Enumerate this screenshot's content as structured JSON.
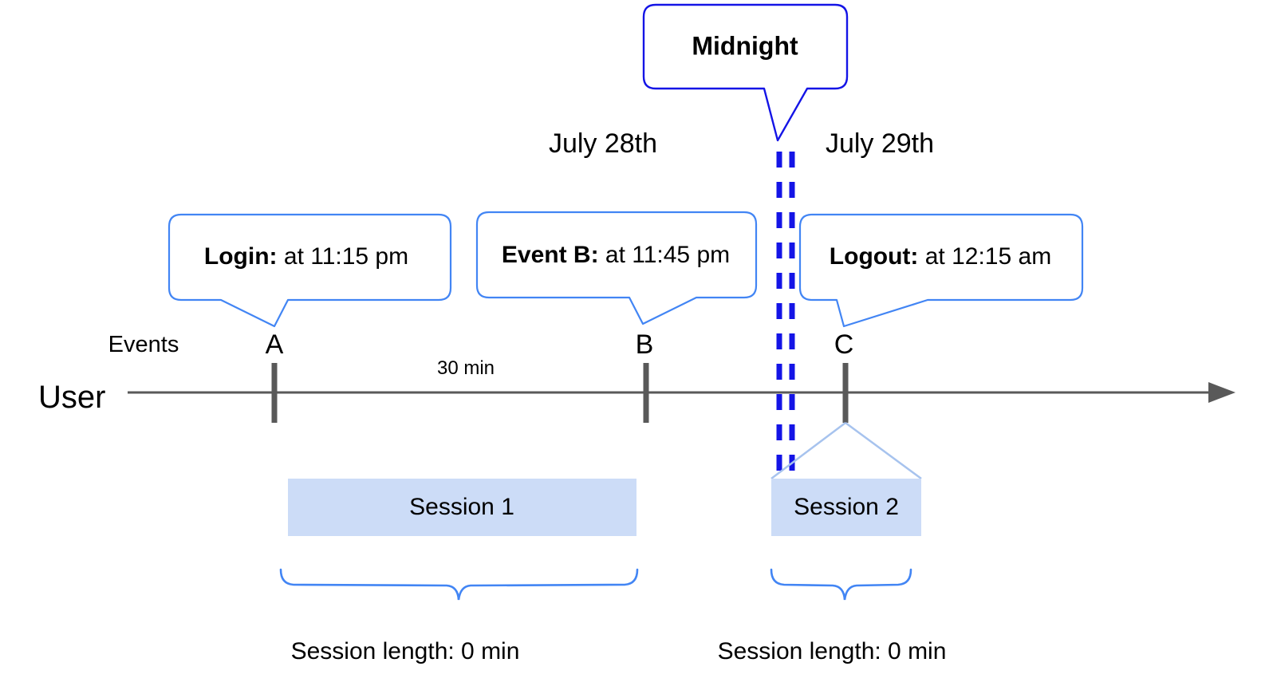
{
  "diagram": {
    "title_callout": {
      "label": "Midnight",
      "border_color": "#1414e6"
    },
    "dates": [
      {
        "label": "July 28th"
      },
      {
        "label": "July 29th"
      }
    ],
    "axis": {
      "row_label": "User",
      "events_label": "Events",
      "line_color": "#595959",
      "arrow": "right-arrow"
    },
    "events": [
      {
        "letter": "A",
        "callout_bold": "Login:",
        "callout_rest": " at 11:15 pm"
      },
      {
        "letter": "B",
        "callout_bold": "Event B:",
        "callout_rest": " at 11:45 pm"
      },
      {
        "letter": "C",
        "callout_bold": "Logout:",
        "callout_rest": " at 12:15 am"
      }
    ],
    "gap_label": "30 min",
    "sessions": [
      {
        "label": "Session 1",
        "length_label": "Session length: 0 min"
      },
      {
        "label": "Session 2",
        "length_label": "Session length: 0 min"
      }
    ],
    "colors": {
      "callout_border": "#4285f4",
      "midnight_border": "#1414e6",
      "session_fill": "#ccdcf7",
      "brace": "#4285f4",
      "axis": "#595959",
      "funnel": "#a7c3ee"
    }
  }
}
